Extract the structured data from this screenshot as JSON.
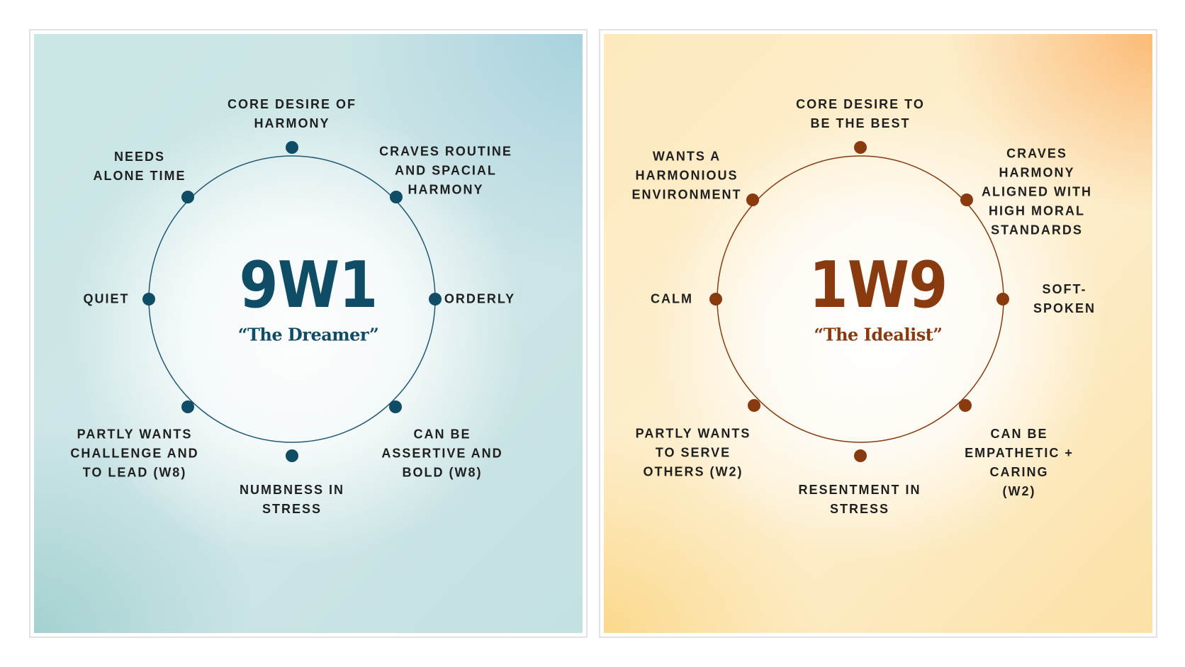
{
  "panels": {
    "left": {
      "code": "9W1",
      "nickname": "“The Dreamer”",
      "accent_color": "#0f4c66",
      "line_color": "#1f5a72",
      "dot_color": "#0f4c66",
      "labels": [
        "CORE DESIRE OF\nHARMONY",
        "CRAVES ROUTINE\nAND SPACIAL\nHARMONY",
        "ORDERLY",
        "CAN BE\nASSERTIVE AND\nBOLD (W8)",
        "NUMBNESS IN\nSTRESS",
        "PARTLY WANTS\nCHALLENGE AND\nTO LEAD (W8)",
        "QUIET",
        "NEEDS\nALONE TIME"
      ]
    },
    "right": {
      "code": "1W9",
      "nickname": "“The Idealist”",
      "accent_color": "#8a3a0f",
      "line_color": "#8a3a0f",
      "dot_color": "#8a3a0f",
      "labels": [
        "CORE DESIRE TO\nBE THE BEST",
        "CRAVES\nHARMONY\nALIGNED WITH\nHIGH MORAL\nSTANDARDS",
        "SOFT-SPOKEN",
        "CAN BE\nEMPATHETIC +\nCARING\n(W2)",
        "RESENTMENT IN\nSTRESS",
        "PARTLY WANTS\nTO SERVE\nOTHERS  (W2)",
        "CALM",
        "WANTS A\nHARMONIOUS\nENVIRONMENT"
      ]
    }
  }
}
